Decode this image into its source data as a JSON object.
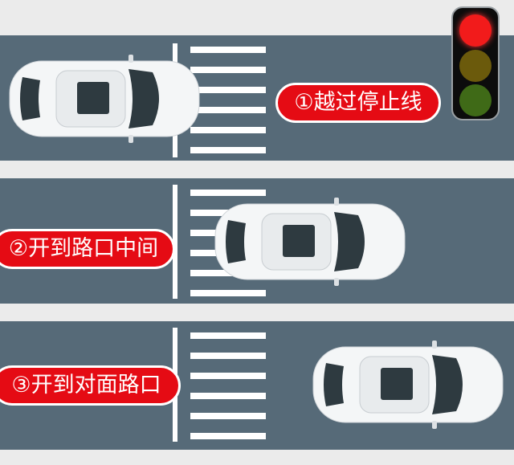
{
  "steps": [
    {
      "label": "①越过停止线"
    },
    {
      "label": "②开到路口中间"
    },
    {
      "label": "③开到对面路口"
    }
  ],
  "traffic_light": {
    "active": "red",
    "colors": {
      "red": "#f21b1b",
      "yellow": "#6b5a0c",
      "green": "#3f6a17"
    }
  },
  "colors": {
    "road": "#566a78",
    "label": "#e50b14",
    "background": "#ebebeb"
  }
}
